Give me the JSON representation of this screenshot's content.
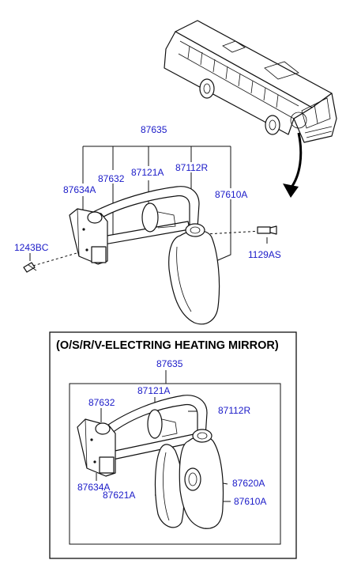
{
  "top": {
    "labels": {
      "p87635": "87635",
      "p87634A": "87634A",
      "p87632": "87632",
      "p87121A": "87121A",
      "p87112R": "87112R",
      "p87610A": "87610A",
      "p1243BC": "1243BC",
      "p1129AS": "1129AS"
    }
  },
  "box": {
    "title": "(O/S/R/V-ELECTRING HEATING MIRROR)",
    "labels": {
      "p87635": "87635",
      "p87632": "87632",
      "p87121A": "87121A",
      "p87112R": "87112R",
      "p87634A": "87634A",
      "p87621A": "87621A",
      "p87620A": "87620A",
      "p87610A": "87610A"
    }
  },
  "colors": {
    "label": "#1a1ac8",
    "line": "#111111",
    "arrow": "#000000"
  },
  "icons": [
    "bus-illustration",
    "pointer-arrow",
    "screw",
    "bolt"
  ]
}
